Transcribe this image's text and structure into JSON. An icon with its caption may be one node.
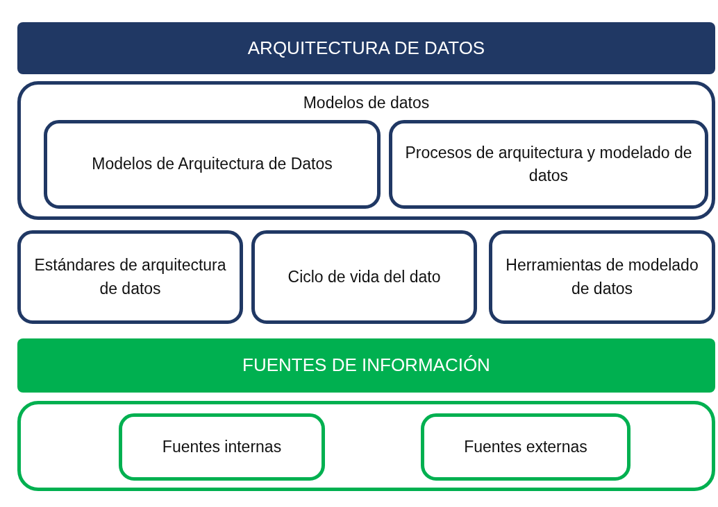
{
  "diagram": {
    "nodes": [
      {
        "text": [
          "ARQUITECTURA DE DATOS"
        ]
      },
      {
        "text": [
          "Modelos de datos"
        ]
      },
      {
        "text": [
          "Modelos de Arquitectura de Datos"
        ],
        "in": 1
      },
      {
        "text": [
          "Procesos de arquitectura y modelado de datos"
        ],
        "in": 1
      },
      {
        "text": [
          "Estándares de arquitectura de datos"
        ]
      },
      {
        "text": [
          "Ciclo de vida del dato"
        ]
      },
      {
        "text": [
          "Herramientas de modelado de datos"
        ]
      },
      {
        "text": [
          "FUENTES DE INFORMACIÓN"
        ]
      },
      {
        "text": [],
        "shape": "box"
      },
      {
        "text": [
          "Fuentes internas"
        ],
        "in": 8
      },
      {
        "text": [
          "Fuentes externas"
        ],
        "in": 8
      }
    ]
  }
}
